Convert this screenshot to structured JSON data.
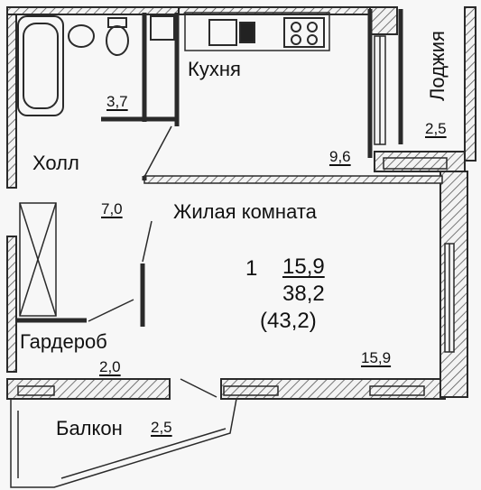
{
  "rooms": {
    "kitchen": {
      "name": "Кухня",
      "area": "9,6"
    },
    "loggia": {
      "name": "Лоджия",
      "area": "2,5"
    },
    "bathroom": {
      "area": "3,7"
    },
    "hall": {
      "name": "Холл",
      "area": "7,0"
    },
    "living": {
      "name": "Жилая комната",
      "area": "15,9"
    },
    "wardrobe": {
      "name": "Гардероб",
      "area": "2,0"
    },
    "balcony": {
      "name": "Балкон",
      "area": "2,5"
    }
  },
  "summary": {
    "rooms_count": "1",
    "living_area": "15,9",
    "total_area": "38,2",
    "total_with_outdoor": "(43,2)"
  },
  "colors": {
    "wall": "#2a2a2a",
    "hatch": "#555555",
    "background": "#f7f7f7"
  }
}
